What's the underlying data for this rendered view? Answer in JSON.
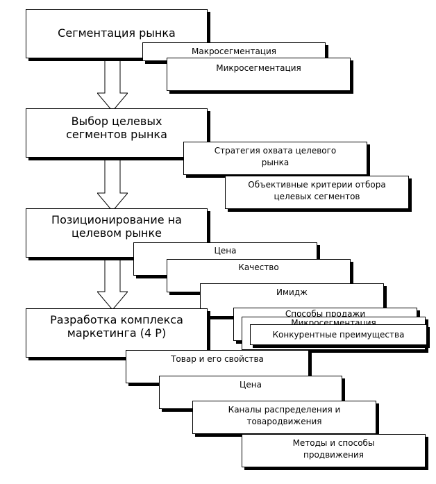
{
  "steps": [
    {
      "title": "Сегментация рынка"
    },
    {
      "title_l1": "Выбор целевых",
      "title_l2": "сегментов рынка"
    },
    {
      "title_l1": "Позиционирование на",
      "title_l2": "целевом рынке"
    },
    {
      "title_l1": "Разработка комплекса",
      "title_l2": "маркетинга (4 Р)"
    }
  ],
  "segmentation": [
    "Макросегментация",
    "Микросегментация"
  ],
  "targeting": [
    {
      "l1": "Стратегия охвата целевого",
      "l2": "рынка"
    },
    {
      "l1": "Объективные критерии отбора",
      "l2": "целевых сегментов"
    }
  ],
  "positioning": [
    "Цена",
    "Качество",
    "Имидж",
    "Способы продажи",
    "Микросегментация",
    "Конкурентные преимущества"
  ],
  "marketing_mix": [
    {
      "l1": "Товар и его свойства",
      "l2": ""
    },
    {
      "l1": "Цена",
      "l2": ""
    },
    {
      "l1": "Каналы распределения и",
      "l2": "товародвижения"
    },
    {
      "l1": "Методы и способы",
      "l2": "продвижения"
    }
  ]
}
